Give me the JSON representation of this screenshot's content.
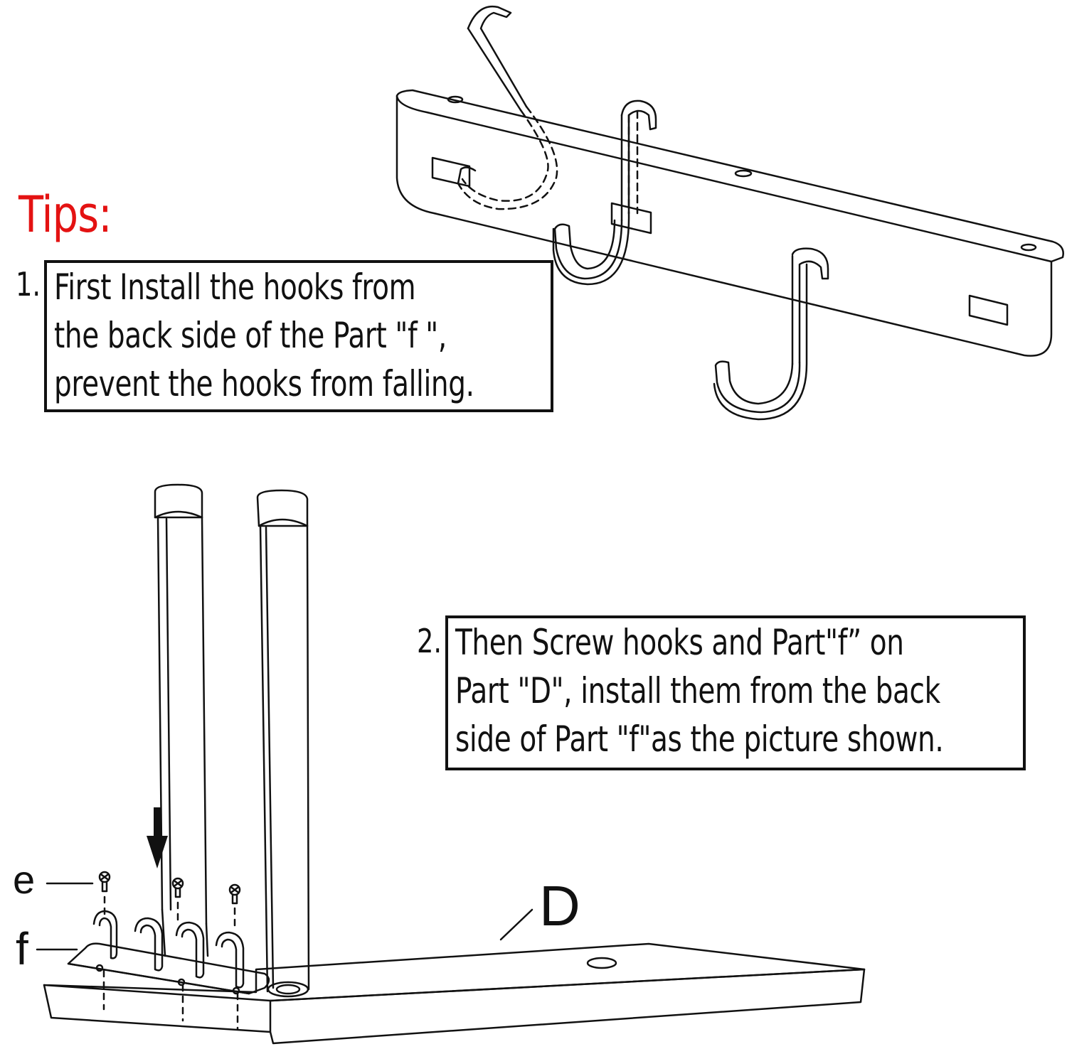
{
  "tips": {
    "title": "Tips:",
    "color": "#e41212"
  },
  "steps": [
    {
      "number": "1.",
      "lines": [
        "First Install the hooks from",
        "the back side of the Part \"f \",",
        "prevent the hooks from falling."
      ]
    },
    {
      "number": "2.",
      "lines": [
        "Then Screw hooks and Part\"f”   on",
        "Part \"D\", install them from the back",
        "side of Part \"f\"as the picture shown."
      ]
    }
  ],
  "part_labels": {
    "e": "e",
    "f": "f",
    "D": "D"
  },
  "colors": {
    "ink": "#111111",
    "background": "#ffffff"
  }
}
